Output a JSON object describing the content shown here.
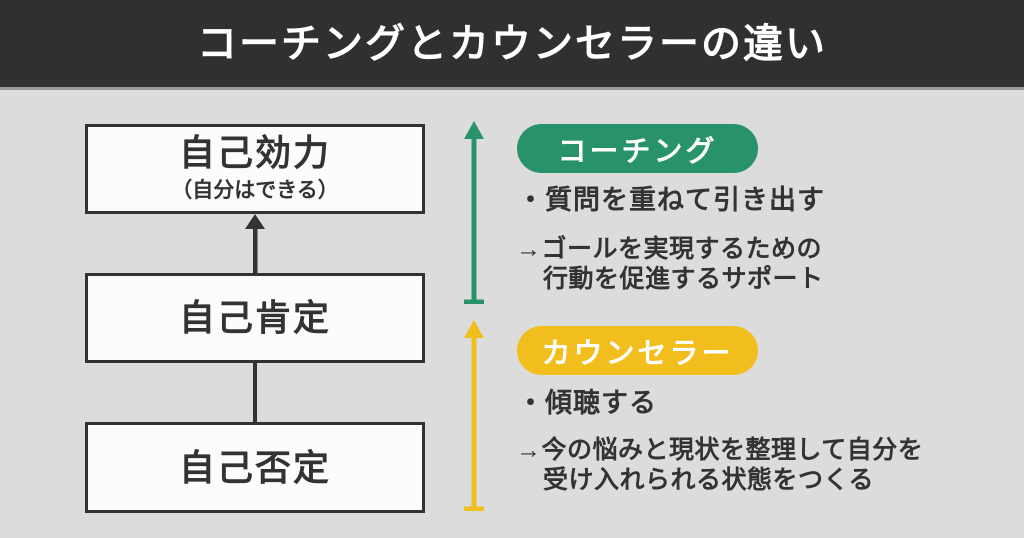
{
  "header": {
    "title": "コーチングとカウンセラーの違い"
  },
  "ladder": {
    "boxes": [
      {
        "label": "自己効力",
        "sublabel": "（自分はできる）"
      },
      {
        "label": "自己肯定"
      },
      {
        "label": "自己否定"
      }
    ]
  },
  "coaching": {
    "badge": "コーチング",
    "bullet": "・質問を重ねて引き出す",
    "note_line1": "→ゴールを実現するための",
    "note_line2": "行動を促進するサポート"
  },
  "counselor": {
    "badge": "カウンセラー",
    "bullet": "・傾聴する",
    "note_line1": "→今の悩みと現状を整理して自分を",
    "note_line2": "受け入れられる状態をつくる"
  },
  "colors": {
    "header_bg": "#2f3031",
    "background": "#dcdcdd",
    "box_bg": "#fcfcfd",
    "ink": "#333333",
    "green": "#28936a",
    "yellow": "#f1be1e"
  }
}
